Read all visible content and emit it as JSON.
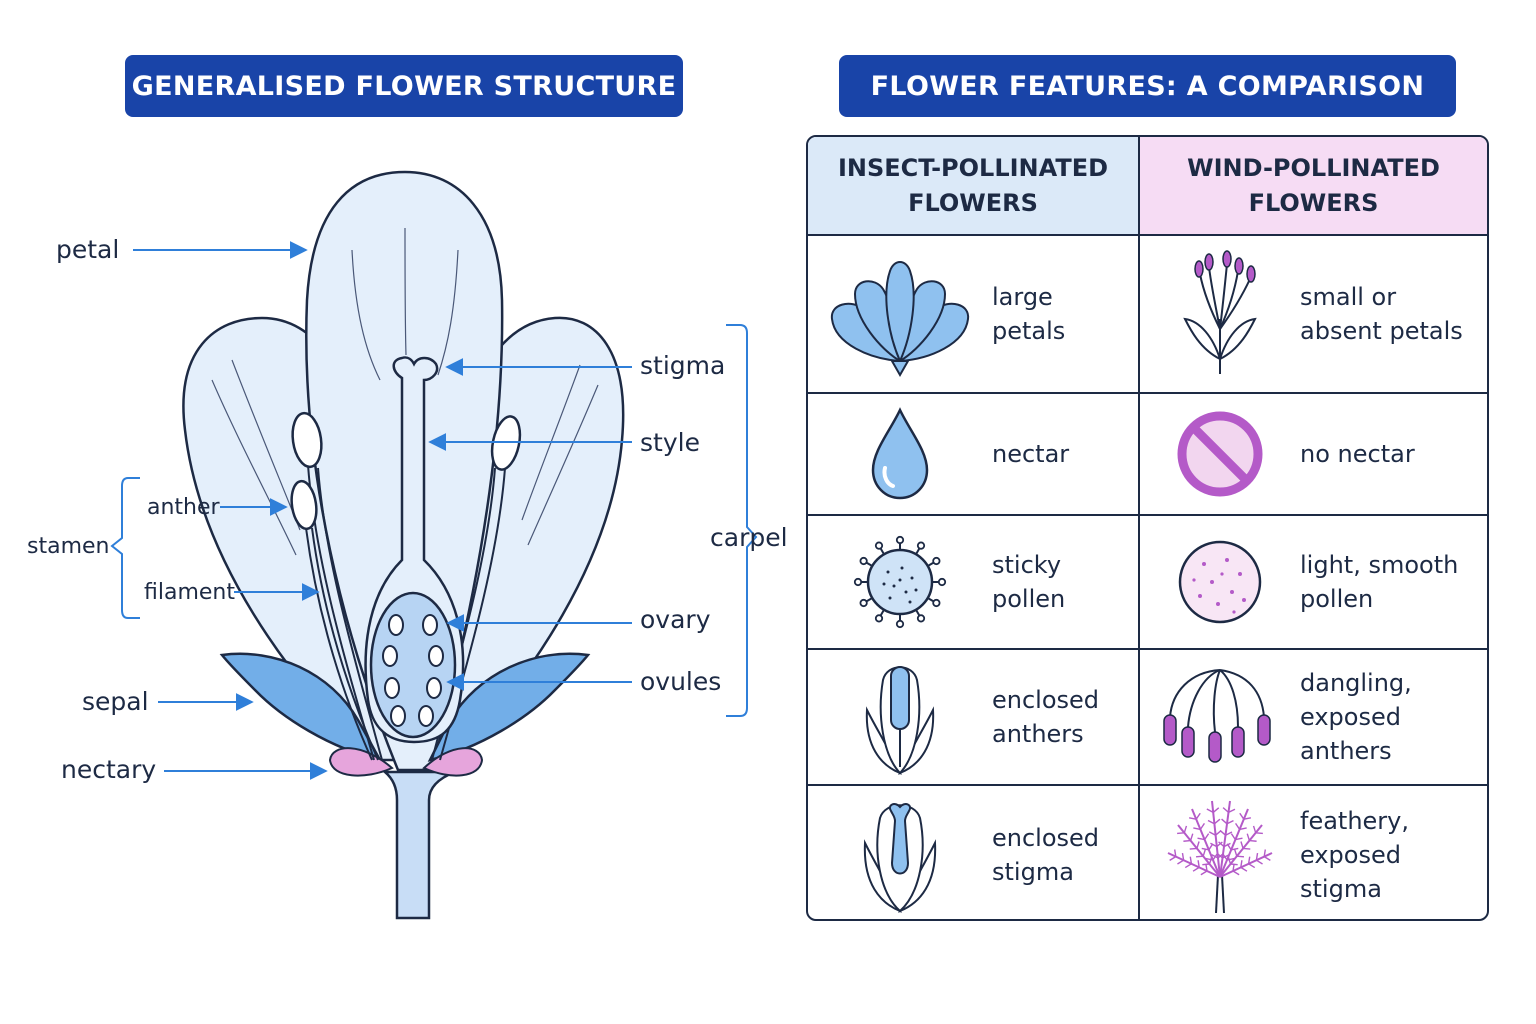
{
  "headers": {
    "left_title": "GENERALISED FLOWER STRUCTURE",
    "right_title": "FLOWER FEATURES: A COMPARISON"
  },
  "diagram": {
    "labels": {
      "petal": "petal",
      "stigma": "stigma",
      "style": "style",
      "carpel": "carpel",
      "anther": "anther",
      "stamen": "stamen",
      "filament": "filament",
      "ovary": "ovary",
      "ovules": "ovules",
      "sepal": "sepal",
      "nectary": "nectary"
    },
    "colors": {
      "petal_fill": "#e4effb",
      "sepal_fill": "#72aee8",
      "nectary_fill": "#e6a5dc",
      "outline": "#1d2a44",
      "arrow": "#2f7fd9"
    }
  },
  "comparison": {
    "col_insect": "INSECT-POLLINATED\nFLOWERS",
    "col_wind": "WIND-POLLINATED\nFLOWERS",
    "rows": [
      {
        "insect_icon": "large-petals-icon",
        "insect": "large\npetals",
        "wind_icon": "small-petals-icon",
        "wind": "small or\nabsent petals"
      },
      {
        "insect_icon": "nectar-drop-icon",
        "insect": "nectar",
        "wind_icon": "no-nectar-icon",
        "wind": "no nectar"
      },
      {
        "insect_icon": "sticky-pollen-icon",
        "insect": "sticky pollen",
        "wind_icon": "smooth-pollen-icon",
        "wind": "light, smooth\npollen"
      },
      {
        "insect_icon": "enclosed-anthers-icon",
        "insect": "enclosed\nanthers",
        "wind_icon": "dangling-anthers-icon",
        "wind": "dangling,\nexposed\nanthers"
      },
      {
        "insect_icon": "enclosed-stigma-icon",
        "insect": "enclosed\nstigma",
        "wind_icon": "feathery-stigma-icon",
        "wind": "feathery,\nexposed\nstigma"
      }
    ],
    "colors": {
      "insect_header_bg": "#dbe9f8",
      "wind_header_bg": "#f6dcf4",
      "insect_icon_fill": "#8fc1ef",
      "wind_icon_color": "#b45ac8"
    }
  }
}
